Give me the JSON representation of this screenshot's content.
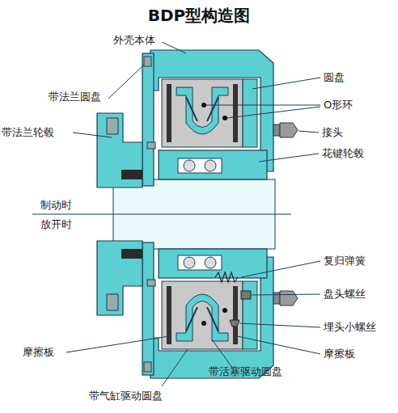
{
  "diagram": {
    "title": "BDP型构造图",
    "labels": [
      "外壳本体",
      "带法兰圆盘",
      "带法兰轮毂",
      "圆盘",
      "O形环",
      "接头",
      "花键轮毂",
      "制动时",
      "放开时",
      "复归弹簧",
      "盘头螺丝",
      "埋头小螺丝",
      "摩擦板",
      "摩擦板",
      "带气缸驱动圆盘",
      "带活塞驱动圆盘"
    ]
  }
}
